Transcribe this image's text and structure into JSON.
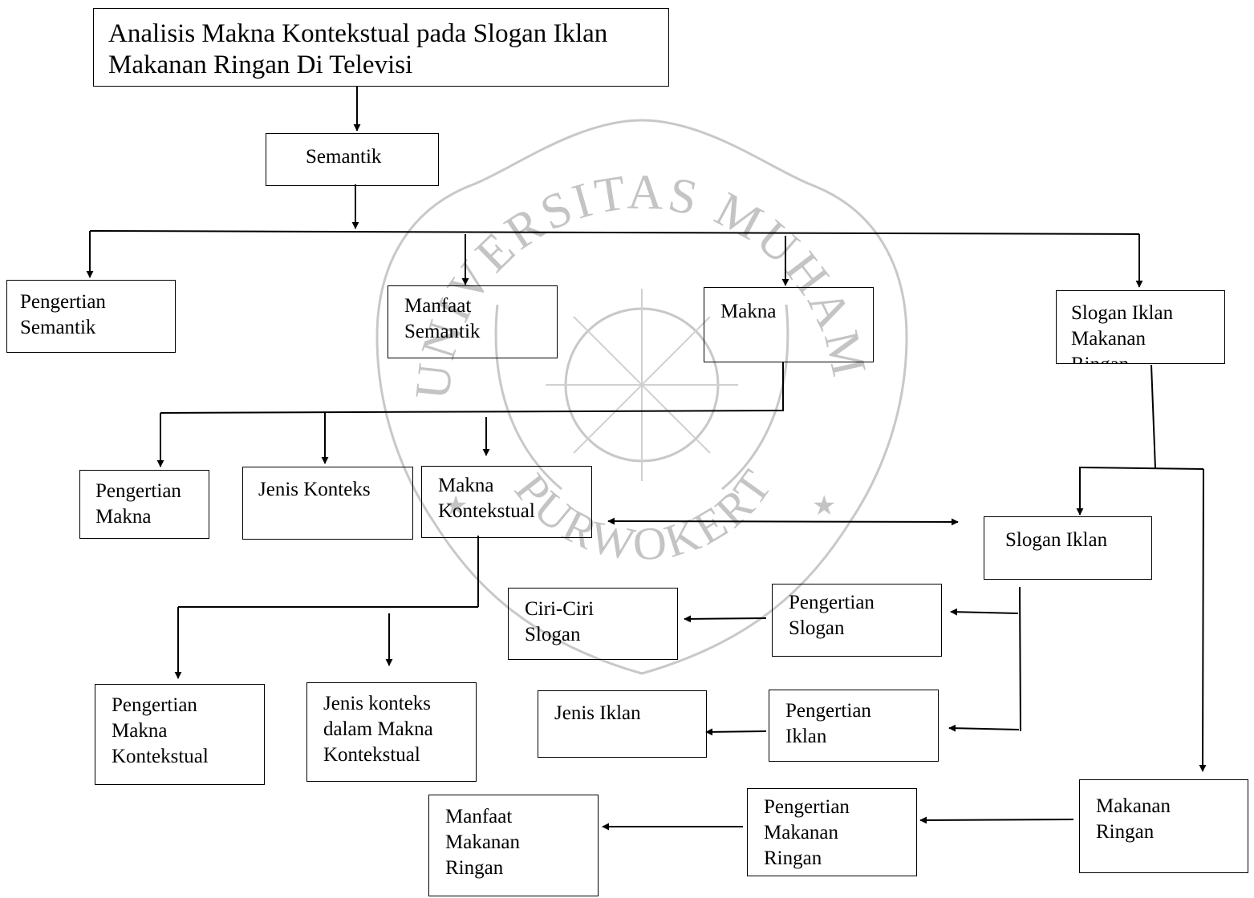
{
  "watermark": {
    "top_text": "UNIVERSITAS MUHAMMADIYAH",
    "bottom_text": "PURWOKERTO",
    "color": "#bdbdbd"
  },
  "diagram": {
    "title": "Analisis Makna Kontekstual pada Slogan Iklan\nMakanan Ringan Di Televisi",
    "semantik": "Semantik",
    "pengertian_semantik": "Pengertian\nSemantik",
    "manfaat_semantik": "Manfaat\nSemantik",
    "makna": "Makna",
    "slogan_iklan_makanan": "Slogan Iklan\nMakanan\nRingan",
    "pengertian_makna": "Pengertian\nMakna",
    "jenis_konteks": "Jenis Konteks",
    "makna_kontekstual": "Makna\nKontekstual",
    "slogan_iklan": "Slogan Iklan",
    "ciri_ciri_slogan": "Ciri-Ciri\nSlogan",
    "pengertian_slogan": "Pengertian\nSlogan",
    "pengertian_makna_kontekstual": "Pengertian\nMakna\nKontekstual",
    "jenis_konteks_dalam_makna_kontekstual": "Jenis konteks\ndalam Makna\nKontekstual",
    "jenis_iklan": "Jenis Iklan",
    "pengertian_iklan": "Pengertian\nIklan",
    "manfaat_makanan_ringan": "Manfaat\nMakanan\nRingan",
    "pengertian_makanan_ringan": "Pengertian\nMakanan\nRingan",
    "makanan_ringan": "Makanan\nRingan"
  }
}
